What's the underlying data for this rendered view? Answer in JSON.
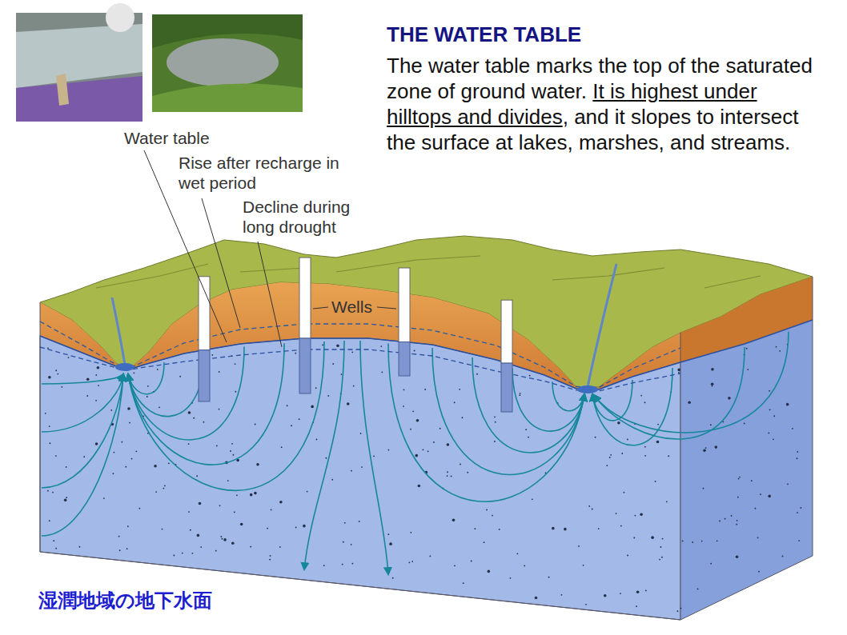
{
  "diagram": {
    "title": "THE WATER TABLE",
    "caption": "湿潤地域の地下水面",
    "labels": [
      "The water table marks the top of the saturated zone of ground water.",
      "It is highest under hilltops and divides",
      ", and it slopes to intersect the surface at lakes, marshes, and streams.",
      "Water table",
      "Rise after recharge in wet period",
      "Decline during long drought",
      "Wells"
    ]
  }
}
